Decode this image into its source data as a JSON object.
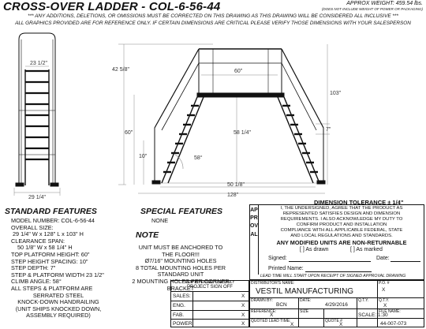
{
  "header": {
    "title": "CROSS-OVER LADDER - COL-6-56-44",
    "approx_weight": "APPROX WEIGHT: 459.54 lbs.",
    "weight_note": "(DOES NOT INCLUDE WEIGHT OF POWER OR PACKAGING)",
    "warning_line1": "*** ANY ADDITIONS, DELETIONS, OR OMISSIONS MUST BE CORRECTED ON THIS DRAWING AS THIS DRAWING WILL BE CONSIDERED ALL INCLUSIVE ***",
    "warning_line2": "ALL GRAPHICS PROVIDED ARE FOR REFERENCE ONLY. IF CERTAIN DIMENSIONS ARE CRITICAL PLEASE VERIFY THOSE DIMENSIONS WITH YOUR SALESPERSON"
  },
  "dimensions": {
    "side_step_width": "23 1/2\"",
    "side_base_width": "29 1/4\"",
    "overall_height": "42 5/8\"",
    "platform_length": "60\"",
    "overall_height_right": "103\"",
    "platform_height": "60\"",
    "step_spacing": "10\"",
    "stair_length": "58 1/4\"",
    "riser": "7\"",
    "angle": "58°",
    "base_span": "50 1/8\"",
    "overall_length": "128\""
  },
  "standard_features": {
    "heading": "STANDARD FEATURES",
    "lines": [
      "MODEL NUMBER: COL-6-56-44",
      "OVERALL SIZE:",
      "29 1/4\" W x 128\" L x 103\" H",
      "CLEARANCE SPAN:",
      "50 1/8\" W x 58 1/4\" H",
      "TOP PLATFORM HEIGHT: 60\"",
      "STEP HEIGHT SPACING: 10\"",
      "STEP DEPTH: 7\"",
      "STEP & PLATFORM WIDTH 23 1/2\"",
      "CLIMB ANGLE: 58°",
      "ALL STEPS & PLATFORM ARE",
      "SERRATED STEEL",
      "KNOCK-DOWN HANDRAILING",
      "(UNIT SHIPS KNOCKED DOWN,",
      "ASSEMBLY REQUIRED)"
    ]
  },
  "special_features": {
    "heading": "SPECIAL FEATURES",
    "value": "NONE"
  },
  "note": {
    "heading": "NOTE",
    "lines": [
      "UNIT MUST BE ANCHORED TO",
      "THE FLOOR!!!",
      "Ø7/16\" MOUNTING HOLES",
      "8 TOTAL MOUNTING HOLES PER",
      "STANDARD UNIT",
      "2 MOUNTING HOLES PER CORNER",
      "BRACKET"
    ]
  },
  "approval": {
    "tolerance": "DIMENSION TOLERANCE ± 1/4\"",
    "vertical_label": "APPROVAL",
    "statement": [
      "I, THE UNDERSIGNED, AGREE THAT THE PRODUCT AS",
      "REPRESENTED SATISFIES DESIGN AND DIMENSION",
      "REQUIREMENTS. I ALSO ACKNOWLEDGE MY DUTY TO",
      "CONFIRM PRODUCT AND INSTALLATION",
      "COMPLIANCE WITH ALL APPLICABLE FEDERAL, STATE",
      "AND LOCAL REGULATIONS AND STANDARDS."
    ],
    "non_returnable": "ANY MODIFIED UNITS ARE NON-RETURNABLE",
    "as_drawn": "[ ] As drawn",
    "as_marked": "[ ] As marked",
    "signed": "Signed:",
    "date": "Date:",
    "printed_name": "Printed Name:",
    "lead_time": "LEAD TIME WILL START UPON RECEIPT OF SIGNED APPROVAL DRAWING"
  },
  "signoff": {
    "internal": "FOR INTERNAL USE ONLY",
    "project": "PROJECT SIGN OFF",
    "rows": [
      "SALES:",
      "ENG.",
      "FAB.",
      "POWER"
    ],
    "values": [
      "X",
      "X",
      "X",
      "X"
    ]
  },
  "title_block": {
    "distributor_label": "DISTRIBUTOR'S NAME:",
    "company": "VESTIL MANUFACTURING",
    "po_label": "P.O. #",
    "po_value": "X",
    "drawn_by_label": "DRAWN BY:",
    "drawn_by": "BCN",
    "date_label": "DATE:",
    "date": "4/29/2016",
    "qty_label": "Q.T.Y.",
    "qty_value": "X",
    "reference_label": "REFERENCE:",
    "reference": "X",
    "size_label": "SIZE",
    "scale": "SCALE: 1:30",
    "file_label": "FILE NAME:",
    "quoted_label": "QUOTED LEAD TIME:",
    "quoted": "X",
    "quote_label": "QUOTE #",
    "quote": "X",
    "file_name": "44-007-073"
  }
}
